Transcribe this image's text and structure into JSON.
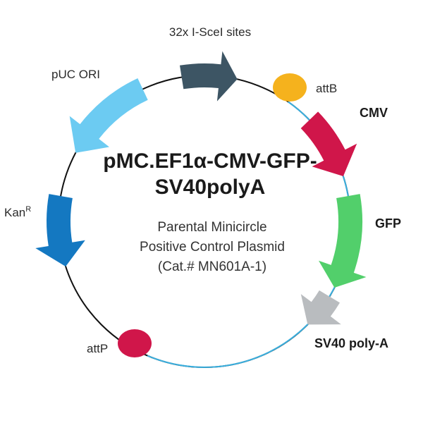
{
  "plasmid": {
    "title_line1": "pMC.EF1α-CMV-GFP-",
    "title_line2": "SV40polyA",
    "subtitle_line1": "Parental Minicircle",
    "subtitle_line2": "Positive Control Plasmid",
    "subtitle_line3": "(Cat.# MN601A-1)"
  },
  "features": {
    "isce1": {
      "label": "32x I-SceI sites",
      "color": "#3d5564"
    },
    "attb": {
      "label": "attB",
      "color": "#f5b21d"
    },
    "cmv": {
      "label": "CMV",
      "color": "#d0164a"
    },
    "gfp": {
      "label": "GFP",
      "color": "#52cf6b"
    },
    "sv40": {
      "label": "SV40 poly-A",
      "color": "#b9bcbf"
    },
    "attp": {
      "label": "attP",
      "color": "#d0164a"
    },
    "kanr": {
      "label": "Kan",
      "label_sup": "R",
      "color": "#1478c1"
    },
    "puc": {
      "label": "pUC ORI",
      "color": "#6ccbf2"
    }
  },
  "backbone": {
    "main_color": "#111111",
    "minicircle_color": "#3ab0e0"
  }
}
